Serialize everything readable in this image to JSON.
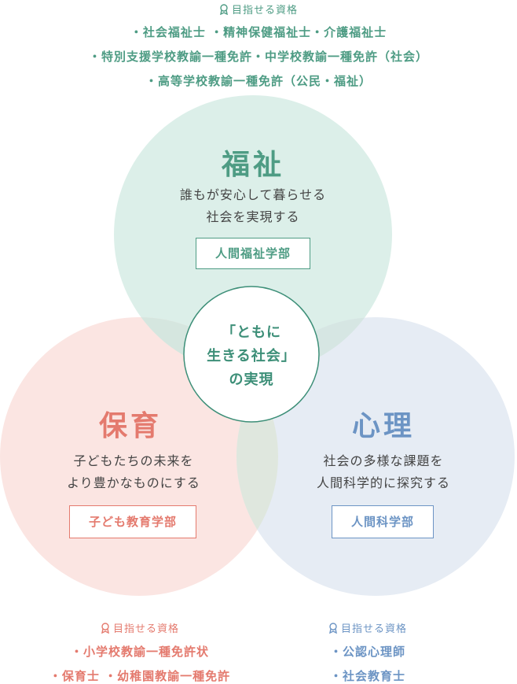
{
  "colors": {
    "fukushi": "#4e9c84",
    "hoiku": "#e47a6e",
    "shinri": "#6c94c4",
    "fukushi_fill": "#dcefe9",
    "hoiku_fill": "#fbe5e2",
    "shinri_fill": "#e6ecf4"
  },
  "fukushi_quals": {
    "title": "目指せる資格",
    "lines": [
      "・社会福祉士 ・精神保健福祉士・介護福祉士",
      "・特別支援学校教諭一種免許・中学校教諭一種免許（社会）",
      "・高等学校教諭一種免許（公民・福祉）"
    ]
  },
  "fukushi": {
    "title": "福祉",
    "desc": [
      "誰もが安心して暮らせる",
      "社会を実現する"
    ],
    "dept": "人間福祉学部"
  },
  "center": {
    "lines": [
      "「ともに",
      "生きる社会」",
      "の実現"
    ]
  },
  "hoiku": {
    "title": "保育",
    "desc": [
      "子どもたちの未来を",
      "より豊かなものにする"
    ],
    "dept": "子ども教育学部"
  },
  "shinri": {
    "title": "心理",
    "desc": [
      "社会の多様な課題を",
      "人間科学的に探究する"
    ],
    "dept": "人間科学部"
  },
  "hoiku_quals": {
    "title": "目指せる資格",
    "lines": [
      "・小学校教諭一種免許状",
      "・保育士 ・幼稚園教諭一種免許"
    ]
  },
  "shinri_quals": {
    "title": "目指せる資格",
    "lines": [
      "・公認心理師",
      "・社会教育士"
    ]
  }
}
